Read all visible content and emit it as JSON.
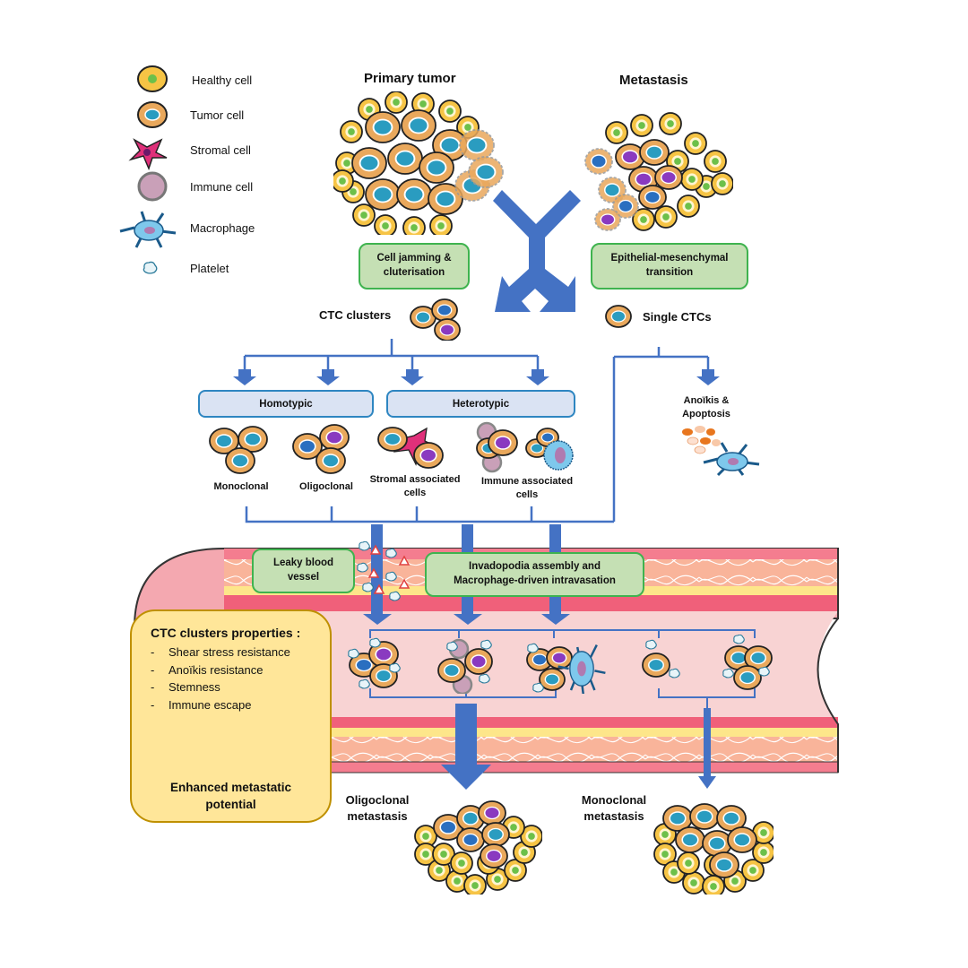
{
  "legend": {
    "items": [
      {
        "icon": "healthy-cell-icon",
        "label": "Healthy cell"
      },
      {
        "icon": "tumor-cell-icon",
        "label": "Tumor cell"
      },
      {
        "icon": "stromal-cell-icon",
        "label": "Stromal cell"
      },
      {
        "icon": "immune-cell-icon",
        "label": "Immune cell"
      },
      {
        "icon": "macrophage-icon",
        "label": "Macrophage"
      },
      {
        "icon": "platelet-icon",
        "label": "Platelet"
      }
    ]
  },
  "top": {
    "primary_tumor": "Primary tumor",
    "metastasis": "Metastasis"
  },
  "processes": {
    "cell_jamming": [
      "Cell jamming &",
      "cluterisation"
    ],
    "emt": [
      "Epithelial-mesenchymal",
      "transition"
    ],
    "leaky_vessel": [
      "Leaky blood",
      "vessel"
    ],
    "invadopodia": [
      "Invadopodia assembly and",
      "Macrophage-driven intravasation"
    ]
  },
  "ctc": {
    "clusters_label": "CTC clusters",
    "single_label": "Single CTCs",
    "anoikis": [
      "Anoïkis &",
      "Apoptosis"
    ]
  },
  "cluster_types": {
    "homotypic": "Homotypic",
    "heterotypic": "Heterotypic",
    "subtypes": [
      [
        "Monoclonal"
      ],
      [
        "Oligoclonal"
      ],
      [
        "Stromal associated",
        "cells"
      ],
      [
        "Immune associated",
        "cells"
      ]
    ]
  },
  "properties": {
    "title": "CTC clusters properties :",
    "items": [
      "Shear stress resistance",
      "Anoïkis resistance",
      "Stemness",
      "Immune escape"
    ],
    "bullet": "-",
    "outcome": [
      "Enhanced metastatic",
      "potential"
    ]
  },
  "outcomes": {
    "oligoclonal": [
      "Oligoclonal",
      "metastasis"
    ],
    "monoclonal": [
      "Monoclonal",
      "metastasis"
    ]
  },
  "colors": {
    "arrow_blue": "#4472c4",
    "green_fill": "#c5e0b4",
    "green_border": "#3fb34f",
    "blue_fill": "#dae3f3",
    "gold_fill": "#ffe699",
    "gold_border": "#bf9000",
    "gold_arrow": "#bf9000",
    "vessel_lumen": "#f8d3d3",
    "vessel_wall": "#f0607a",
    "tumor_fill": "#e9a85c",
    "tumor_nucleus": "#2a9cc0",
    "healthy_fill": "#f6c445",
    "healthy_nucleus": "#6cc04a"
  }
}
